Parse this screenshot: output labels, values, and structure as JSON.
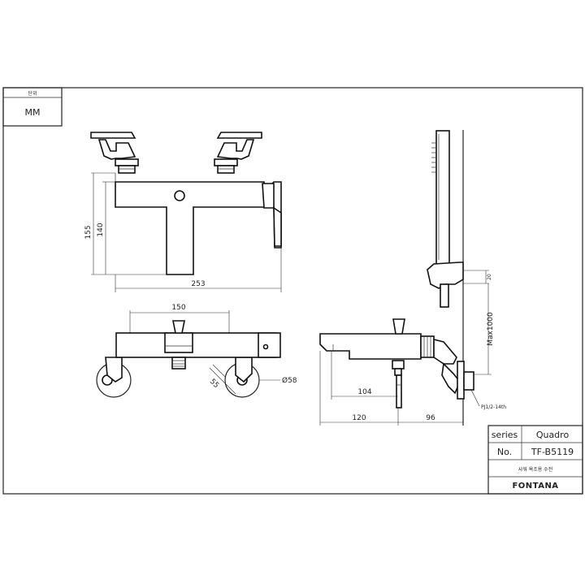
{
  "unit_box": {
    "label": "단위",
    "value": "MM"
  },
  "dimensions": {
    "d155": "155",
    "d140": "140",
    "d253": "253",
    "d150": "150",
    "d55": "55",
    "d58": "Ø58",
    "d104": "104",
    "d120": "120",
    "d96": "96",
    "d20": "20",
    "dmax1000": "Max1000",
    "thread": "PJ1/2-14th"
  },
  "title_block": {
    "series_label": "series",
    "series_value": "Quadro",
    "no_label": "No.",
    "no_value": "TF-B5119",
    "description": "샤워 욕조용 수전",
    "brand": "FONTANA"
  }
}
